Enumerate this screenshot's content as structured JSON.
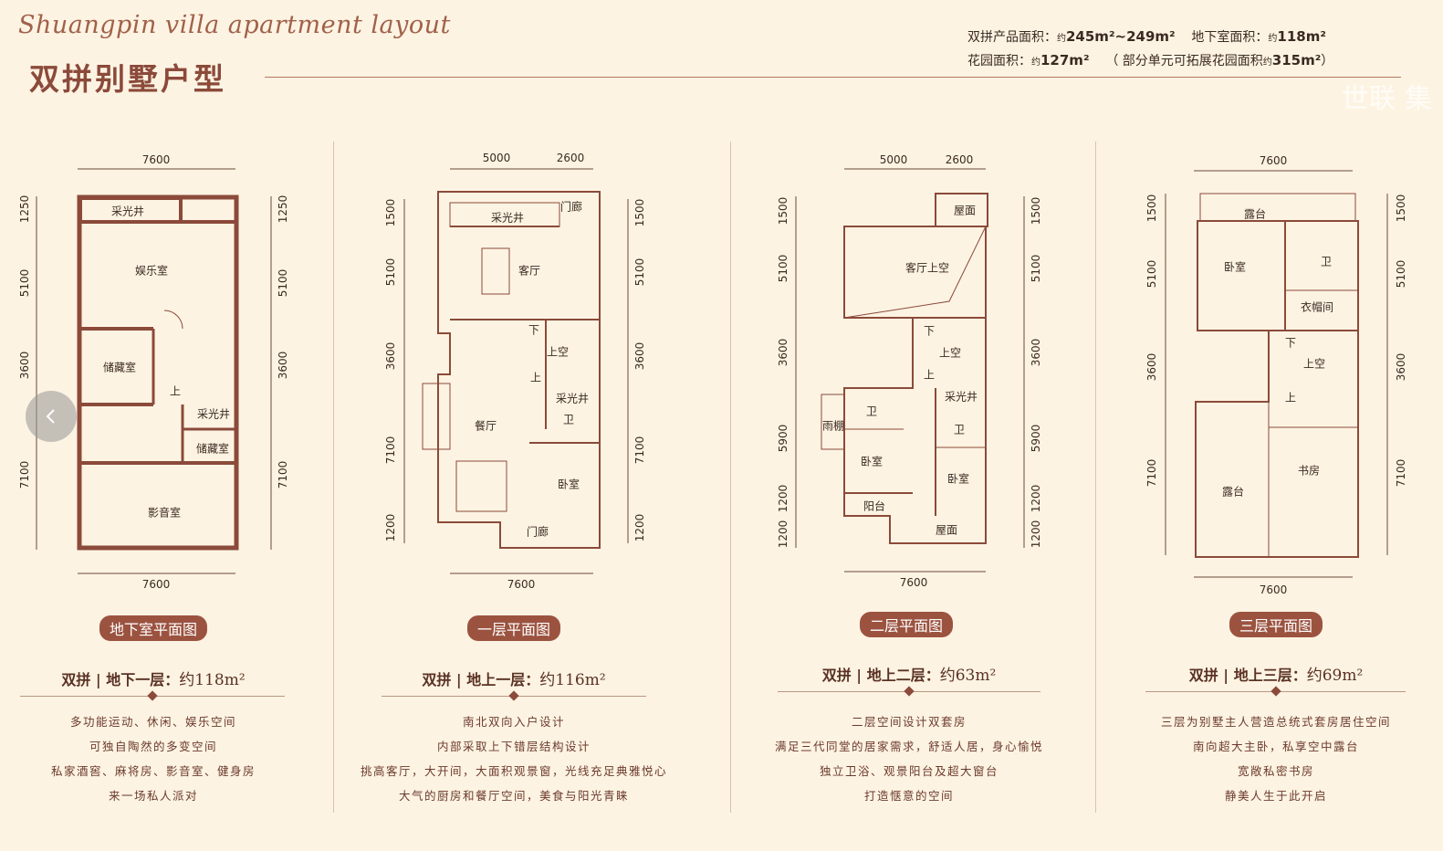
{
  "header": {
    "script_title": "Shuangpin villa apartment layout",
    "title": "双拼别墅户型",
    "specs": {
      "product_area_label": "双拼产品面积：",
      "product_area_prefix": "约",
      "product_area_value": "245m²~249m²",
      "basement_area_label": "地下室面积：",
      "basement_area_prefix": "约",
      "basement_area_value": "118m²",
      "garden_area_label": "花园面积：",
      "garden_area_prefix": "约",
      "garden_area_value": "127m²",
      "extended_open": "（ 部分单元可拓展花园面积",
      "extended_prefix": "约",
      "extended_value": "315m²",
      "extended_close": "）"
    },
    "watermark": "世联 集"
  },
  "viewer": {
    "prev_icon": "chevron-left-icon"
  },
  "floors": [
    {
      "badge": "地下室平面图",
      "title": "双拼 | 地下一层：",
      "area": "约118m²",
      "rooms": [
        "采光井",
        "娱乐室",
        "储藏室",
        "采光井",
        "储藏室",
        "影音室",
        "上"
      ],
      "dims_h": [
        "7600",
        "7600"
      ],
      "dims_v": [
        "1250",
        "5100",
        "3600",
        "7100"
      ],
      "desc": [
        "多功能运动、休闲、娱乐空间",
        "可独自陶然的多变空间",
        "私家酒窖、麻将房、影音室、健身房",
        "来一场私人派对"
      ]
    },
    {
      "badge": "一层平面图",
      "title": "双拼 | 地上一层：",
      "area": "约116m²",
      "rooms": [
        "门廊",
        "采光井",
        "客厅",
        "下",
        "上空",
        "上",
        "采光井",
        "卫",
        "餐厅",
        "卧室",
        "门廊"
      ],
      "dims_h": [
        "5000",
        "2600",
        "7600"
      ],
      "dims_v": [
        "1500",
        "5100",
        "3600",
        "7100",
        "1200"
      ],
      "desc": [
        "南北双向入户设计",
        "内部采取上下错层结构设计",
        "挑高客厅，大开间，大面积观景窗，光线充足典雅悦心",
        "大气的厨房和餐厅空间，美食与阳光青睐"
      ]
    },
    {
      "badge": "二层平面图",
      "title": "双拼 | 地上二层：",
      "area": "约63m²",
      "rooms": [
        "屋面",
        "客厅上空",
        "下",
        "上空",
        "上",
        "采光井",
        "卫",
        "卫",
        "雨棚",
        "卧室",
        "卧室",
        "阳台",
        "屋面"
      ],
      "dims_h": [
        "5000",
        "2600",
        "7600"
      ],
      "dims_v": [
        "1500",
        "5100",
        "3600",
        "5900",
        "1200",
        "1200"
      ],
      "desc": [
        "二层空间设计双套房",
        "满足三代同堂的居家需求，舒适人居，身心愉悦",
        "独立卫浴、观景阳台及超大窗台",
        "打造惬意的空间"
      ]
    },
    {
      "badge": "三层平面图",
      "title": "双拼 | 地上三层：",
      "area": "约69m²",
      "rooms": [
        "露台",
        "卧室",
        "卫",
        "衣帽间",
        "下",
        "上空",
        "上",
        "书房",
        "露台"
      ],
      "dims_h": [
        "7600",
        "7600"
      ],
      "dims_v": [
        "1500",
        "5100",
        "3600",
        "7100"
      ],
      "desc": [
        "三层为别墅主人营造总统式套房居住空间",
        "南向超大主卧，私享空中露台",
        "宽敞私密书房",
        "静美人生于此开启"
      ]
    }
  ],
  "colors": {
    "background": "#fdf3e2",
    "wall": "#8b4a3a",
    "badge": "#9b5340",
    "text": "#3a2a22"
  }
}
